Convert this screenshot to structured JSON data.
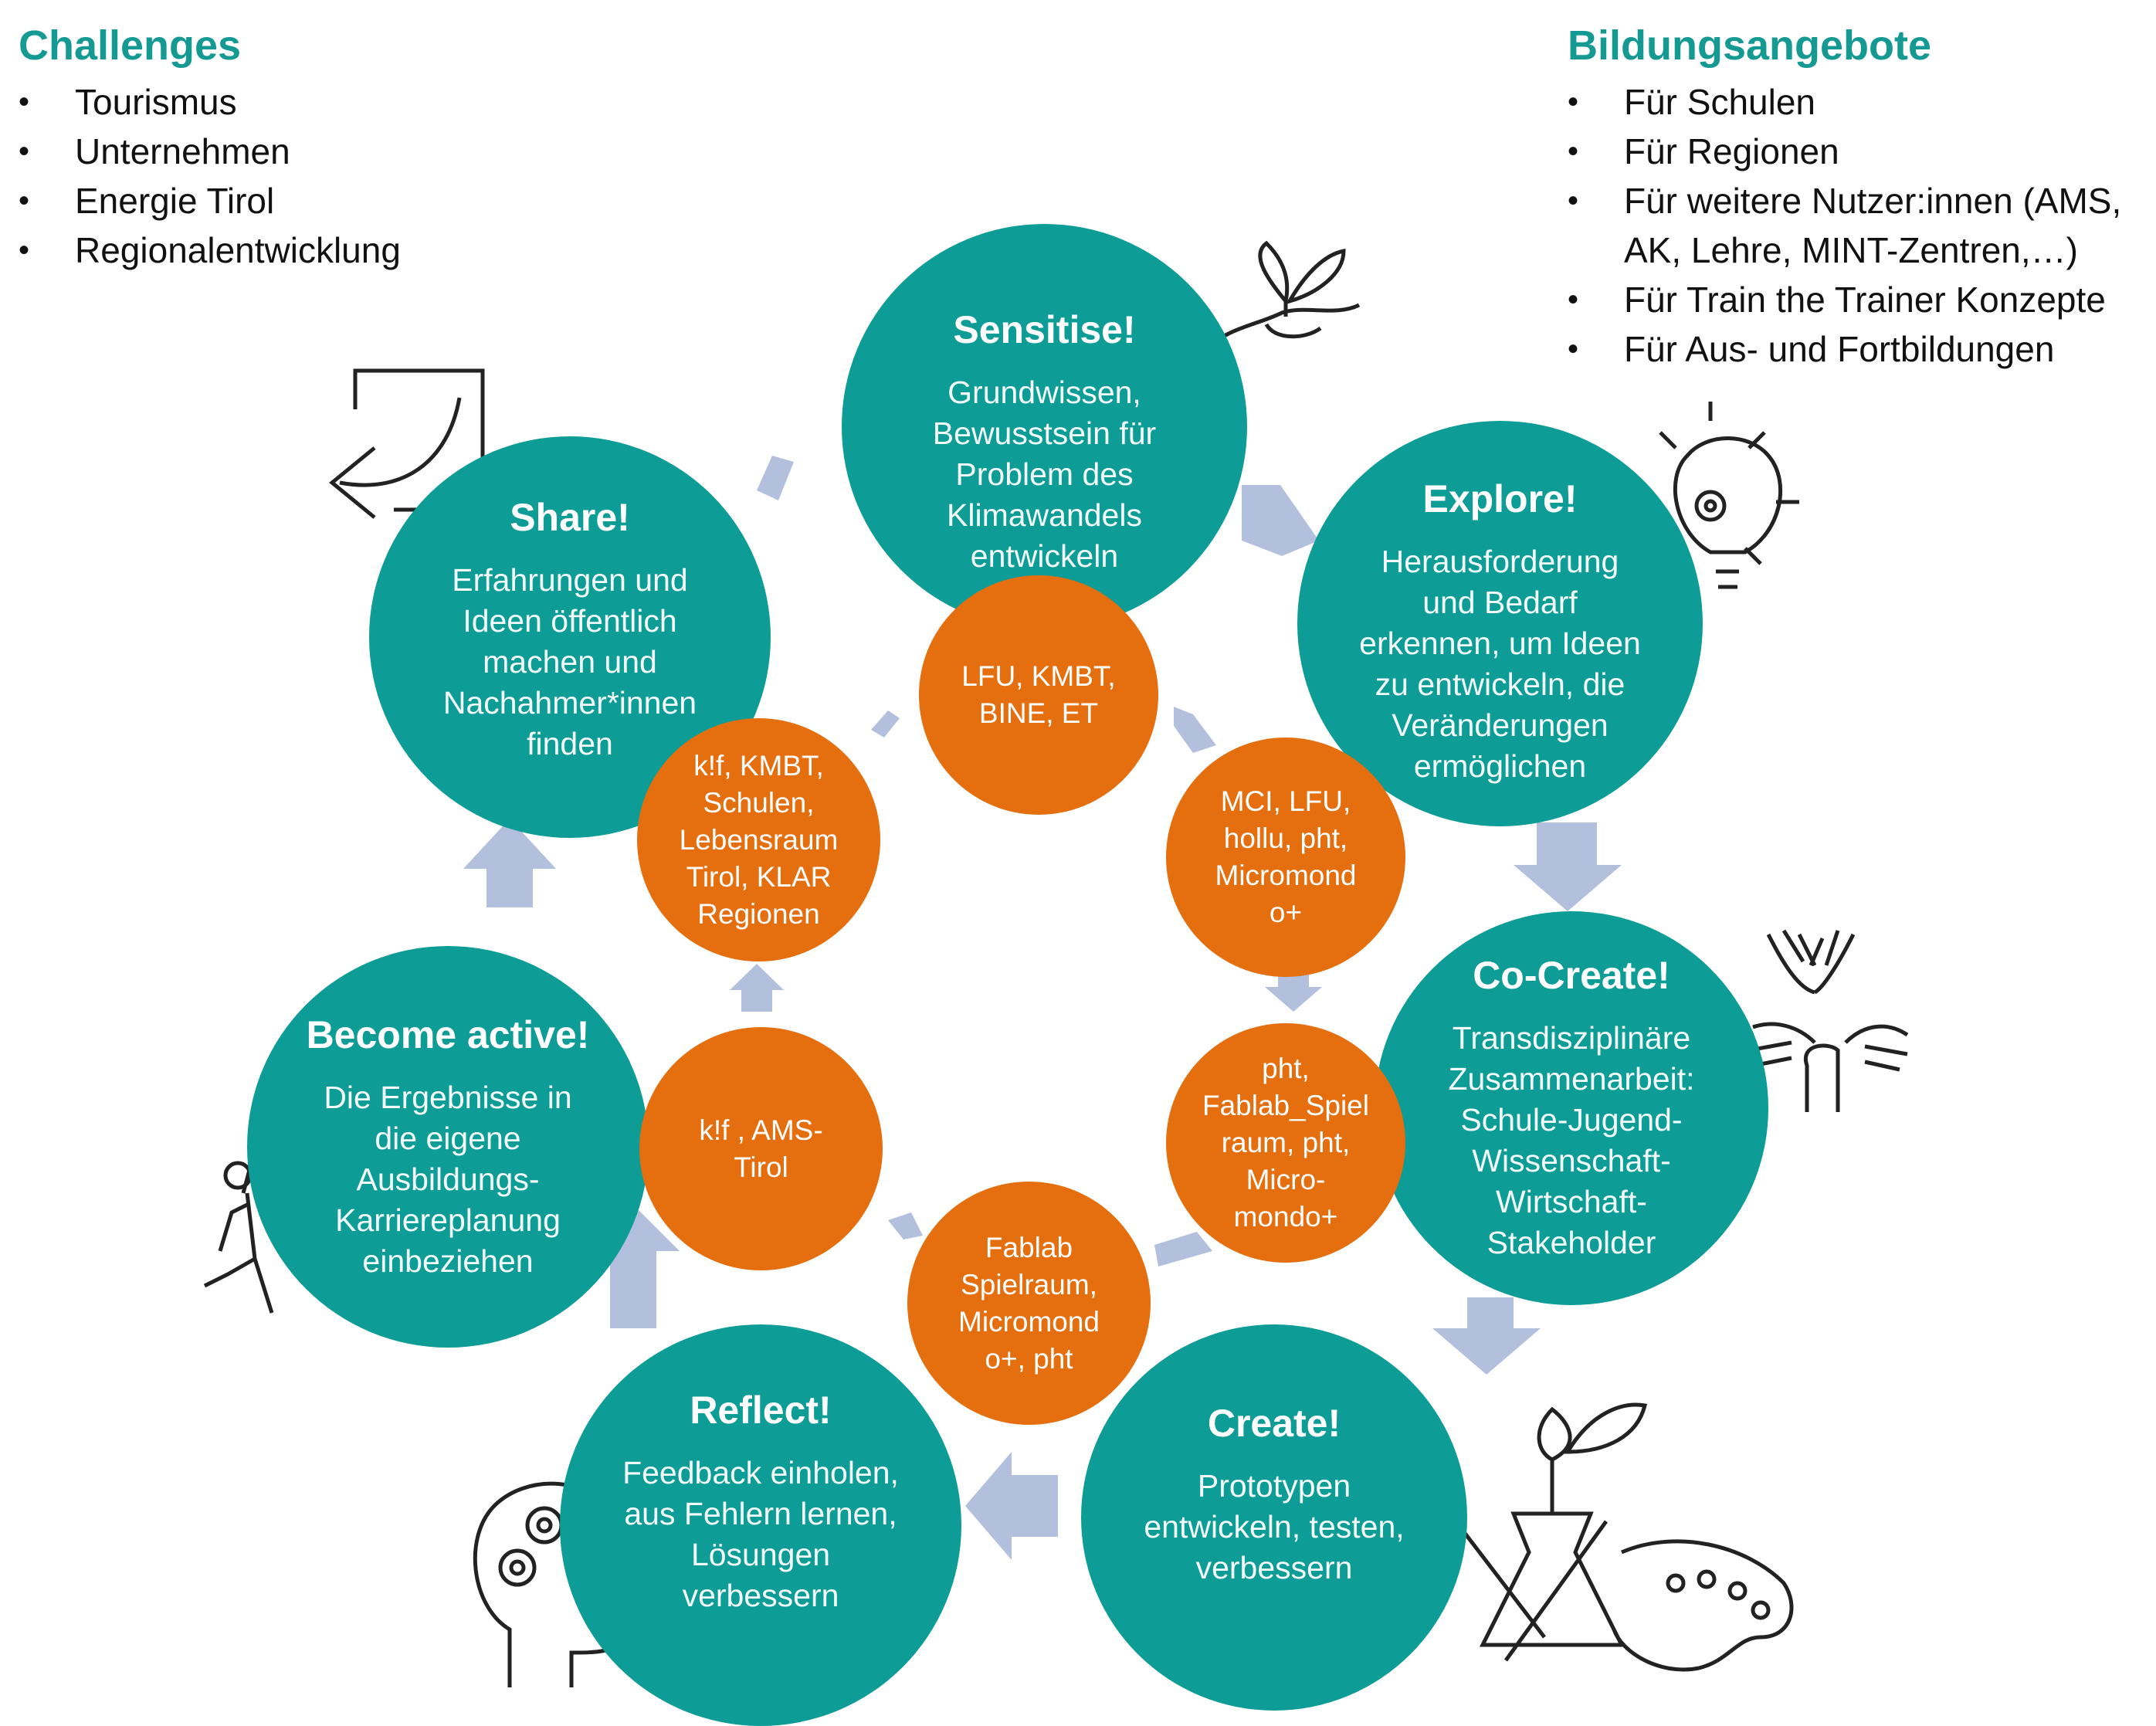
{
  "challenges": {
    "title": "Challenges",
    "items": [
      "Tourismus",
      "Unternehmen",
      "Energie Tirol",
      "Regionalentwicklung"
    ]
  },
  "bildungsangebote": {
    "title": "Bildungsangebote",
    "items": [
      "Für Schulen",
      "Für Regionen",
      "Für weitere Nutzer:innen (AMS,\nAK, Lehre, MINT-Zentren,…)",
      "Für Train the Trainer Konzepte",
      "Für Aus- und Fortbildungen"
    ]
  },
  "stages": [
    {
      "title": "Sensitise!",
      "text": "Grundwissen,\nBewusstsein für\nProblem des\nKlimawandels\nentwickeln"
    },
    {
      "title": "Explore!",
      "text": "Herausforderung\nund Bedarf\nerkennen, um Ideen\nzu entwickeln, die\nVeränderungen\nermöglichen"
    },
    {
      "title": "Co-Create!",
      "text": "Transdisziplinäre\nZusammenarbeit:\nSchule-Jugend-\nWissenschaft-\nWirtschaft-\nStakeholder"
    },
    {
      "title": "Create!",
      "text": "Prototypen\nentwickeln, testen,\nverbessern"
    },
    {
      "title": "Reflect!",
      "text": "Feedback einholen,\naus Fehlern lernen,\nLösungen\nverbessern"
    },
    {
      "title": "Become active!",
      "text": "Die Ergebnisse in\ndie eigene\nAusbildungs-\nKarriereplanung\neinbeziehen"
    },
    {
      "title": "Share!",
      "text": "Erfahrungen und\nIdeen öffentlich\nmachen und\nNachahmer*innen\nfinden"
    }
  ],
  "partners": [
    "LFU, KMBT,\nBINE, ET",
    "MCI, LFU,\nhollu, pht,\nMicromond\no+",
    "pht,\nFablab_Spiel\nraum, pht,\nMicro-\nmondo+",
    "Fablab\nSpielraum,\nMicromond\no+, pht",
    "k!f , AMS-\nTirol",
    "k!f, KMBT,\nSchulen,\nLebensraum\nTirol, KLAR\nRegionen"
  ],
  "colors": {
    "teal": "#0e9d96",
    "orange": "#e56e0e",
    "arrow": "#b3c0dd",
    "heading": "#149a93"
  },
  "icons": [
    "plant-in-hand-icon",
    "lightbulb-gear-icon",
    "hands-together-icon",
    "lab-tools-icon",
    "head-gears-icon",
    "climbing-person-icon",
    "share-arrow-icon"
  ]
}
